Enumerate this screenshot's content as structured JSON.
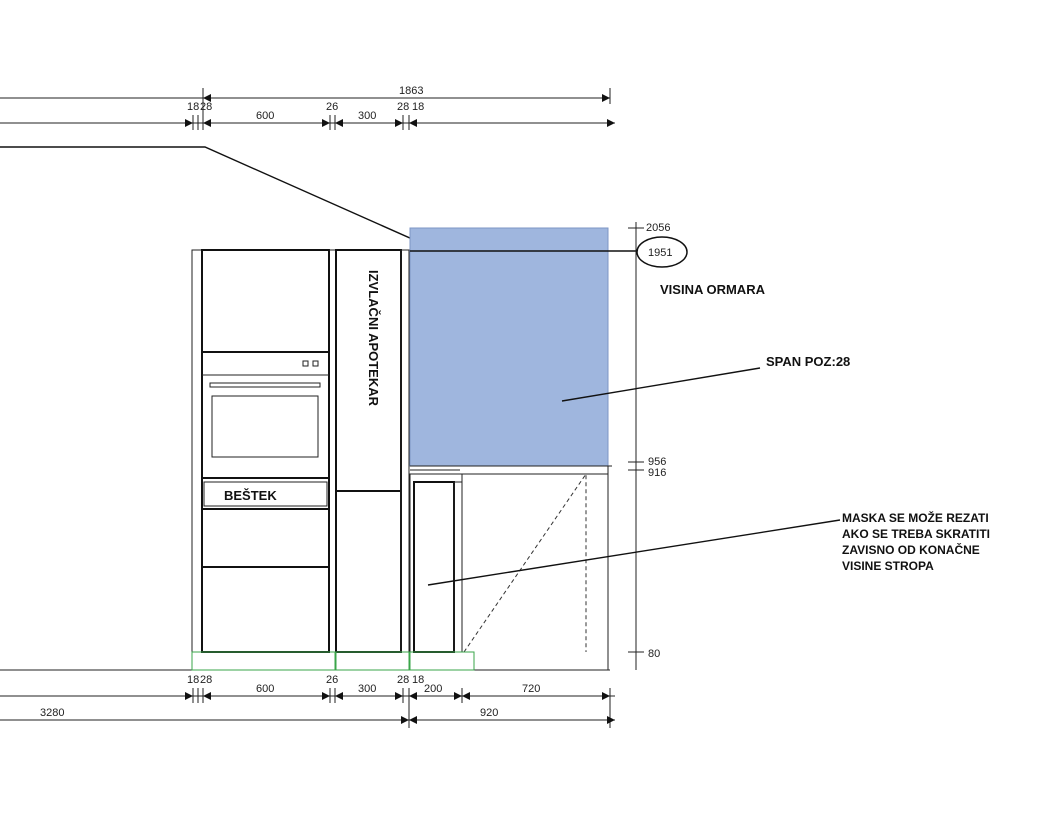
{
  "dimensions": {
    "top_total": "1863",
    "top_row": [
      "18",
      "28",
      "600",
      "26",
      "300",
      "28",
      "18"
    ],
    "right_heights": [
      "2056",
      "1951",
      "956",
      "916",
      "80"
    ],
    "bottom_row": [
      "18",
      "28",
      "600",
      "26",
      "300",
      "28",
      "18",
      "200",
      "720"
    ],
    "bottom_left_total": "3280",
    "bottom_right_total": "920"
  },
  "labels": {
    "pull_out": "IZVLAČNI APOTEKAR",
    "cutlery": "BEŠTEK",
    "cabinet_height": "VISINA ORMARA",
    "panel_ref": "SPAN POZ:28",
    "mask_note": [
      "MASKA SE MOŽE REZATI",
      "AKO SE TREBA SKRATITI",
      "ZAVISNO OD KONAČNE",
      "VISINE  STROPA"
    ]
  },
  "colors": {
    "panel_fill": "#9fb6de",
    "line": "#111111",
    "base_line": "#3aa64a"
  }
}
